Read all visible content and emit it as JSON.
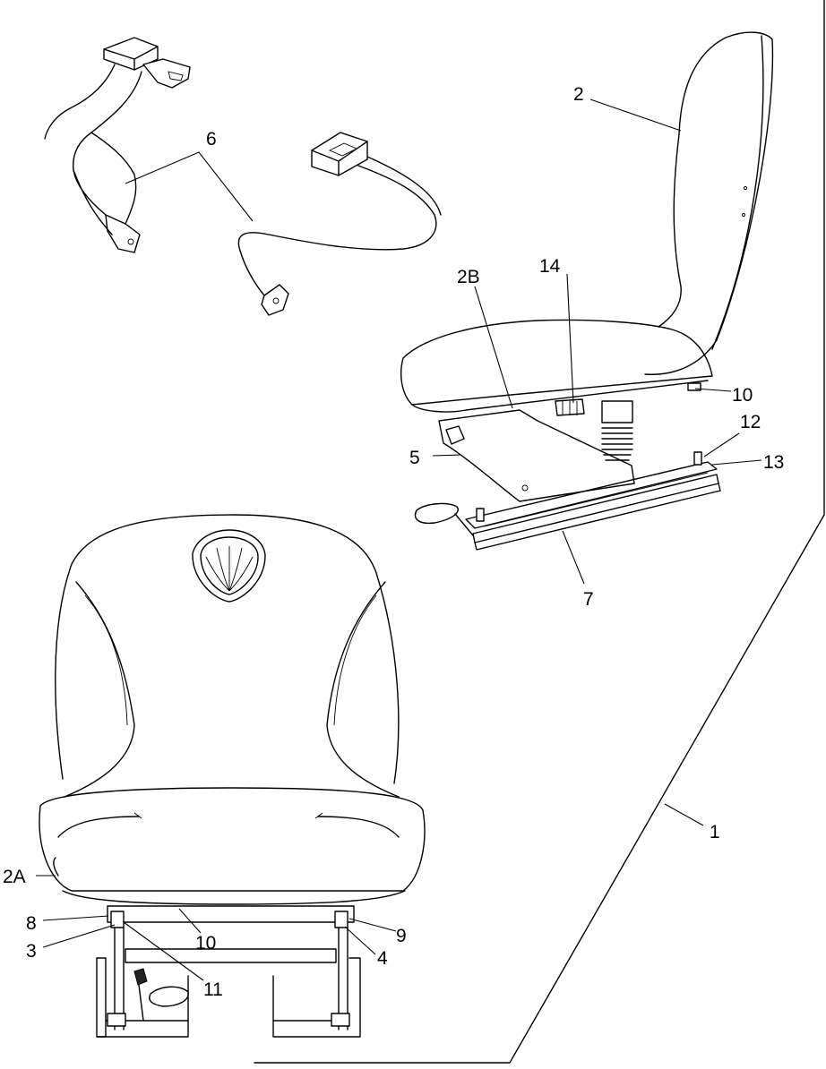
{
  "callouts": {
    "c1": "1",
    "c2": "2",
    "c2A": "2A",
    "c2B": "2B",
    "c3": "3",
    "c4": "4",
    "c5": "5",
    "c6": "6",
    "c7": "7",
    "c8": "8",
    "c9": "9",
    "c10_side": "10",
    "c10_front": "10",
    "c11": "11",
    "c12": "12",
    "c13": "13",
    "c14": "14"
  }
}
